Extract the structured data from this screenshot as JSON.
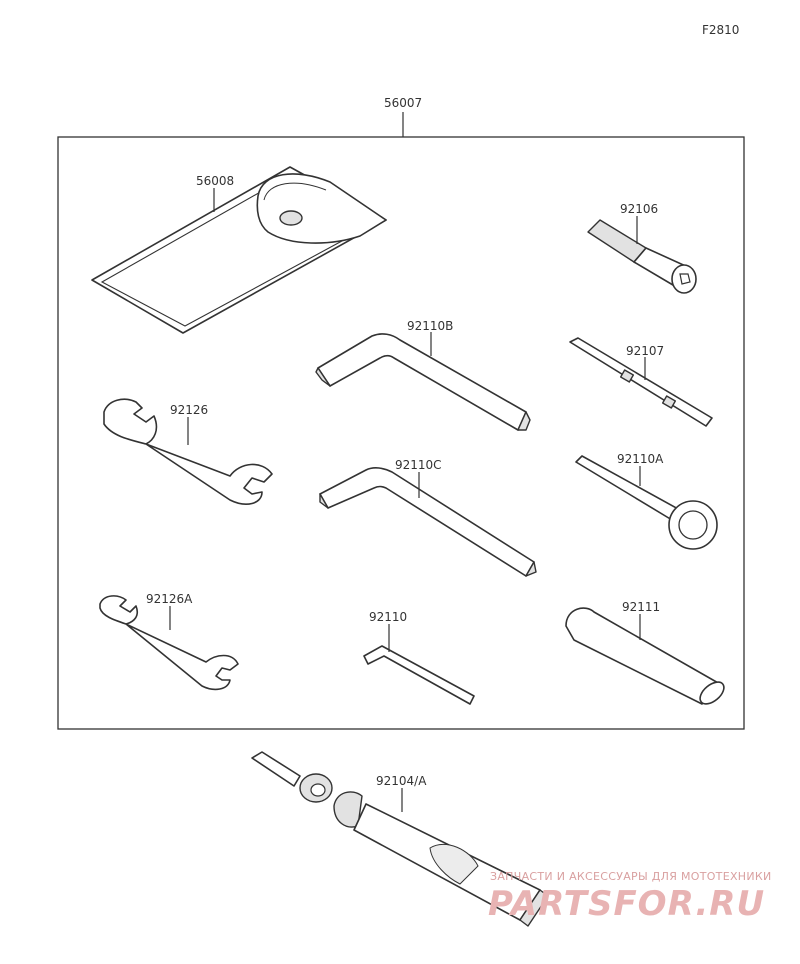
{
  "figure_code": "F2810",
  "kit": {
    "part_number": "56007"
  },
  "parts": {
    "bag": "56008",
    "bit_handle": "92106",
    "hex_wrench_b": "92110B",
    "screwdriver": "92107",
    "open_wrench": "92126",
    "hex_wrench_c": "92110C",
    "ring_wrench": "92110A",
    "open_wrench_small": "92126A",
    "hex_wrench_small": "92110",
    "tube_handle": "92111",
    "grease_tube": "92104/A"
  },
  "watermark": {
    "tagline": "ЗАПЧАСТИ И АКСЕССУАРЫ ДЛЯ МОТОТЕХНИКИ",
    "brand": "PARTSFOR.RU"
  },
  "colors": {
    "line": "#333333",
    "watermark": "#e8b3b3"
  }
}
